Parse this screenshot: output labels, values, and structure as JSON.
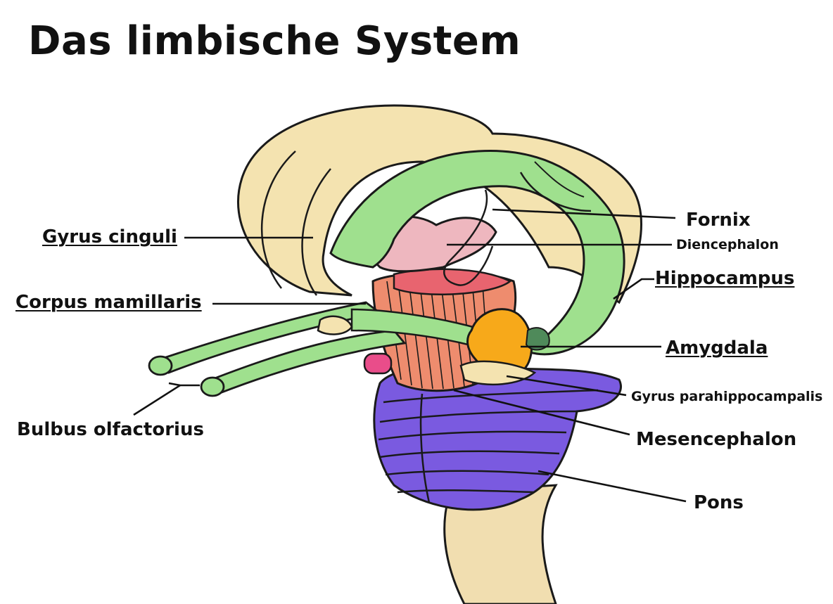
{
  "title": "Das limbische System",
  "labels": {
    "gyrus_cinguli": "Gyrus cinguli",
    "corpus_mamillaris": "Corpus mamillaris",
    "bulbus_olfactorius": "Bulbus olfactorius",
    "fornix": "Fornix",
    "diencephalon": "Diencephalon",
    "hippocampus": "Hippocampus",
    "amygdala": "Amygdala",
    "gyrus_parahippocampalis": "Gyrus parahippocampalis",
    "mesencephalon": "Mesencephalon",
    "pons": "Pons"
  },
  "colors": {
    "cingulate": "#f4e3b0",
    "limbic_green": "#9fe08e",
    "diencephalon": "#eeb7bf",
    "mesencephalon": "#ee8c6e",
    "mammillary_pink": "#e94d8a",
    "amygdala": "#f7a91a",
    "pons": "#7a5ae0",
    "brainstem": "#f1deb0",
    "outline": "#1a1a1a"
  }
}
